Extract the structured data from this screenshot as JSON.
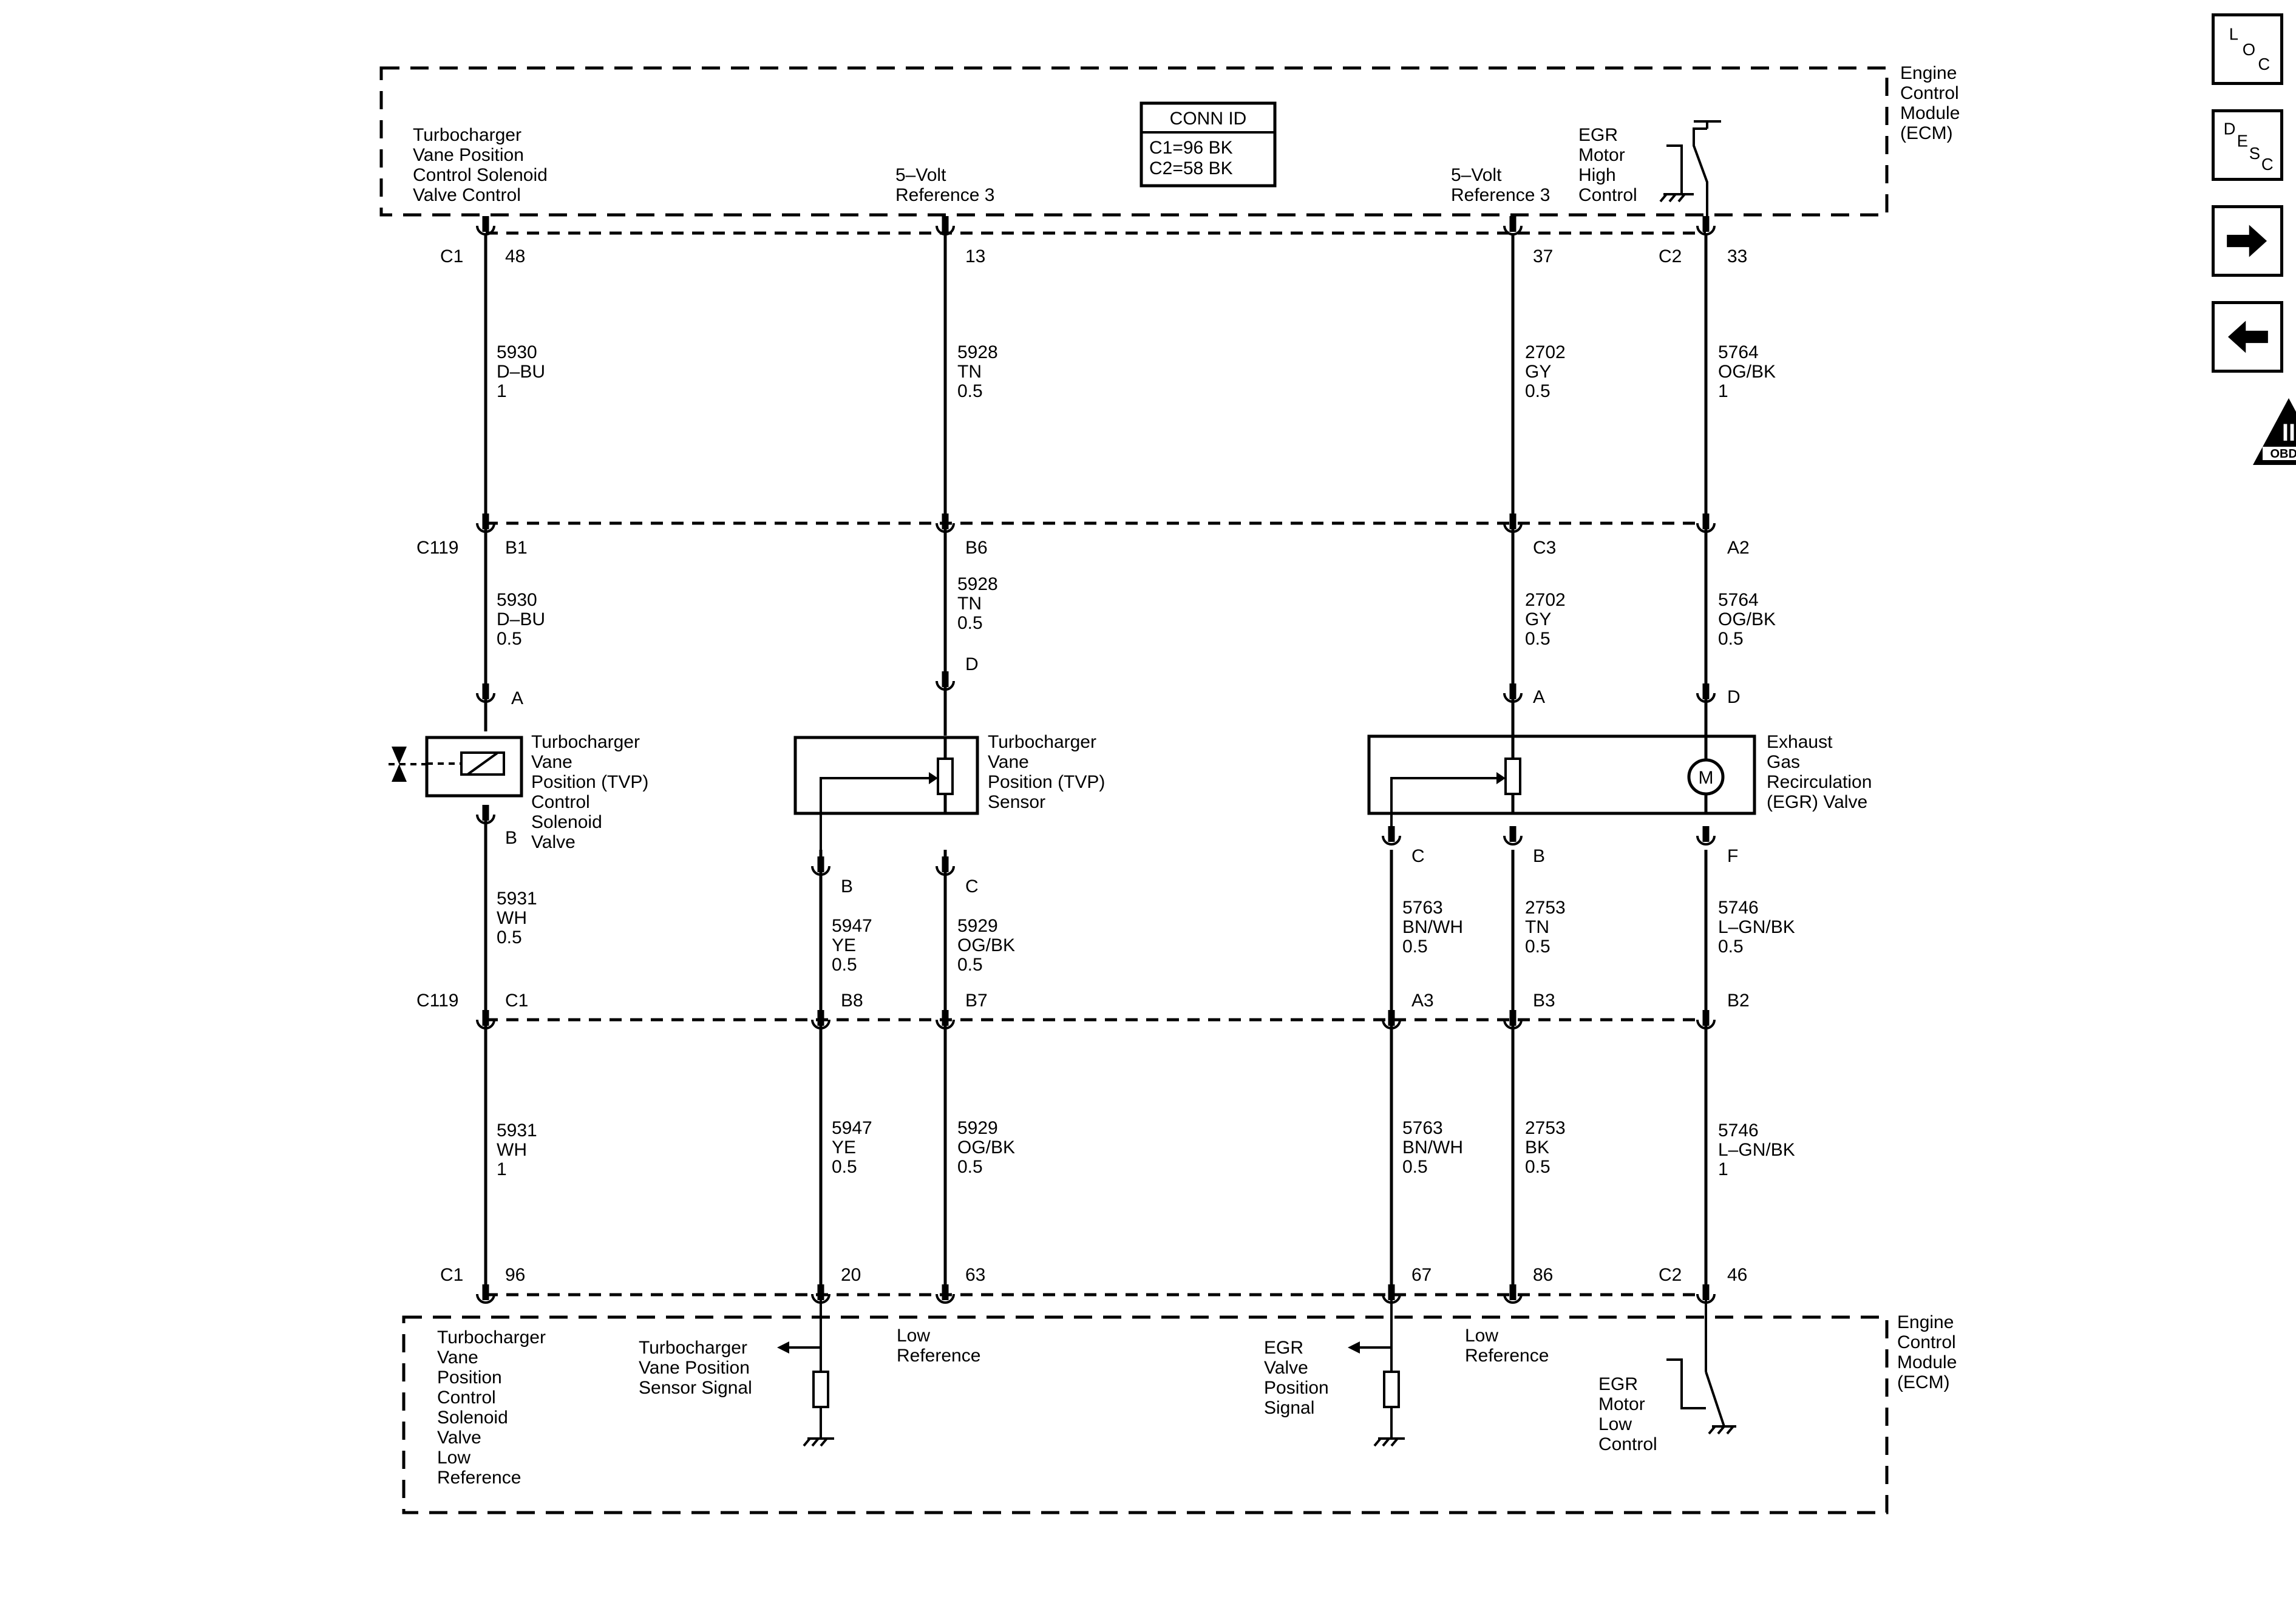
{
  "ecm_top": {
    "title": [
      "Engine",
      "Control",
      "Module",
      "(ECM)"
    ],
    "turbo_ctrl": [
      "Turbocharger",
      "Vane Position",
      "Control Solenoid",
      "Valve Control"
    ],
    "ref3_a": [
      "5–Volt",
      "Reference 3"
    ],
    "ref3_b": [
      "5–Volt",
      "Reference 3"
    ],
    "egr_high": [
      "EGR",
      "Motor",
      "High",
      "Control"
    ]
  },
  "conn_id": {
    "title": "CONN ID",
    "rows": [
      "C1=96 BK",
      "C2=58 BK"
    ]
  },
  "ecm_bottom": {
    "title": [
      "Engine",
      "Control",
      "Module",
      "(ECM)"
    ],
    "turbo_low": [
      "Turbocharger",
      "Vane",
      "Position",
      "Control",
      "Solenoid",
      "Valve",
      "Low",
      "Reference"
    ],
    "turbo_sensor_sig": [
      "Turbocharger",
      "Vane Position",
      "Sensor Signal"
    ],
    "low_ref_a": [
      "Low",
      "Reference"
    ],
    "egr_pos_sig": [
      "EGR",
      "Valve",
      "Position",
      "Signal"
    ],
    "low_ref_b": [
      "Low",
      "Reference"
    ],
    "egr_low": [
      "EGR",
      "Motor",
      "Low",
      "Control"
    ]
  },
  "top_pins": {
    "c1": "C1",
    "c2": "C2",
    "p48": "48",
    "p13": "13",
    "p37": "37",
    "p33": "33"
  },
  "c119_upper": {
    "label": "C119",
    "pins": [
      "B1",
      "B6",
      "C3",
      "A2"
    ]
  },
  "c119_lower": {
    "label": "C119",
    "pins": [
      "C1",
      "B8",
      "B7",
      "A3",
      "B3",
      "B2"
    ]
  },
  "bottom_pins": {
    "c1": "C1",
    "c2": "C2",
    "p96": "96",
    "p20": "20",
    "p63": "63",
    "p67": "67",
    "p86": "86",
    "p46": "46"
  },
  "wires": {
    "w1_top": [
      "5930",
      "D–BU",
      "1"
    ],
    "w2_top": [
      "5928",
      "TN",
      "0.5"
    ],
    "w3_top": [
      "2702",
      "GY",
      "0.5"
    ],
    "w4_top": [
      "5764",
      "OG/BK",
      "1"
    ],
    "w1_mid": [
      "5930",
      "D–BU",
      "0.5"
    ],
    "w2_mid": [
      "5928",
      "TN",
      "0.5"
    ],
    "w3_mid": [
      "2702",
      "GY",
      "0.5"
    ],
    "w4_mid": [
      "5764",
      "OG/BK",
      "0.5"
    ],
    "w1_low": [
      "5931",
      "WH",
      "0.5"
    ],
    "w5_low": [
      "5947",
      "YE",
      "0.5"
    ],
    "w2_low": [
      "5929",
      "OG/BK",
      "0.5"
    ],
    "w6_low": [
      "5763",
      "BN/WH",
      "0.5"
    ],
    "w3_low": [
      "2753",
      "TN",
      "0.5"
    ],
    "w4_low": [
      "5746",
      "L–GN/BK",
      "0.5"
    ],
    "w1_bot": [
      "5931",
      "WH",
      "1"
    ],
    "w5_bot": [
      "5947",
      "YE",
      "0.5"
    ],
    "w2_bot": [
      "5929",
      "OG/BK",
      "0.5"
    ],
    "w6_bot": [
      "5763",
      "BN/WH",
      "0.5"
    ],
    "w3_bot": [
      "2753",
      "BK",
      "0.5"
    ],
    "w4_bot": [
      "5746",
      "L–GN/BK",
      "1"
    ]
  },
  "components": {
    "solenoid": {
      "label": [
        "Turbocharger",
        "Vane",
        "Position (TVP)",
        "Control",
        "Solenoid",
        "Valve"
      ],
      "pin_a": "A",
      "pin_b": "B"
    },
    "tvp_sensor": {
      "label": [
        "Turbocharger",
        "Vane",
        "Position (TVP)",
        "Sensor"
      ],
      "pin_d": "D",
      "pin_b": "B",
      "pin_c": "C"
    },
    "egr_valve": {
      "label": [
        "Exhaust",
        "Gas",
        "Recirculation",
        "(EGR) Valve"
      ],
      "pin_a": "A",
      "pin_d": "D",
      "pin_c": "C",
      "pin_b": "B",
      "pin_f": "F",
      "motor": "M"
    }
  },
  "side_nav": {
    "loc": [
      "L",
      "O",
      "C"
    ],
    "desc": [
      "D",
      "E",
      "S",
      "C"
    ],
    "forward_icon": "arrow-right-icon",
    "back_icon": "arrow-left-icon",
    "obd": [
      "II",
      "OBD II"
    ]
  }
}
